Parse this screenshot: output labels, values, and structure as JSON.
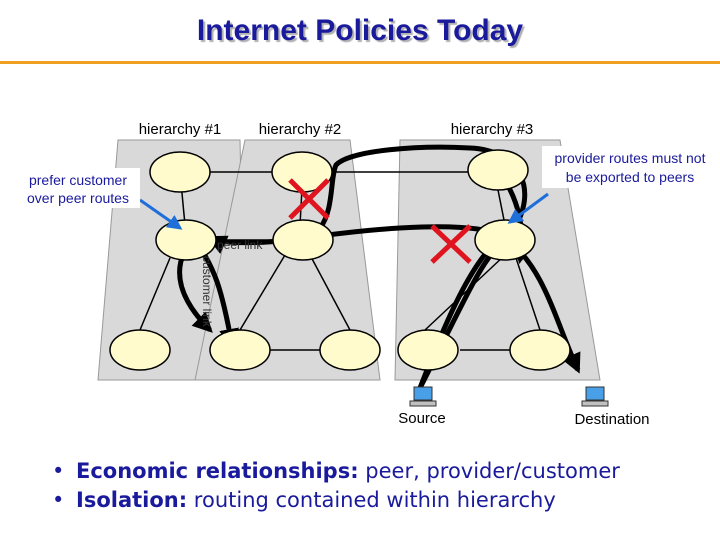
{
  "title": "Internet Policies Today",
  "colors": {
    "title": "#1a1a9c",
    "rule": "#f0a020",
    "arrow": "#1e6fd9",
    "cross": "#e0141e",
    "region": "#d9d9d9",
    "node": "#fffbcc"
  },
  "hierarchies": [
    "hierarchy #1",
    "hierarchy #2",
    "hierarchy #3"
  ],
  "callouts": {
    "left": [
      "prefer customer",
      "over peer routes"
    ],
    "right": [
      "provider routes must not",
      "be exported to peers"
    ]
  },
  "link_labels": {
    "peer": "peer link",
    "customer": "customer link"
  },
  "hosts": {
    "source": "Source",
    "destination": "Destination"
  },
  "icons": [
    "computer-icon",
    "cross-icon",
    "bullet-icon"
  ],
  "bullets": [
    {
      "marker": "•",
      "bold": "Economic relationships:",
      "text": " peer, provider/customer"
    },
    {
      "marker": "•",
      "bold": "Isolation:",
      "text": " routing contained within hierarchy"
    }
  ]
}
